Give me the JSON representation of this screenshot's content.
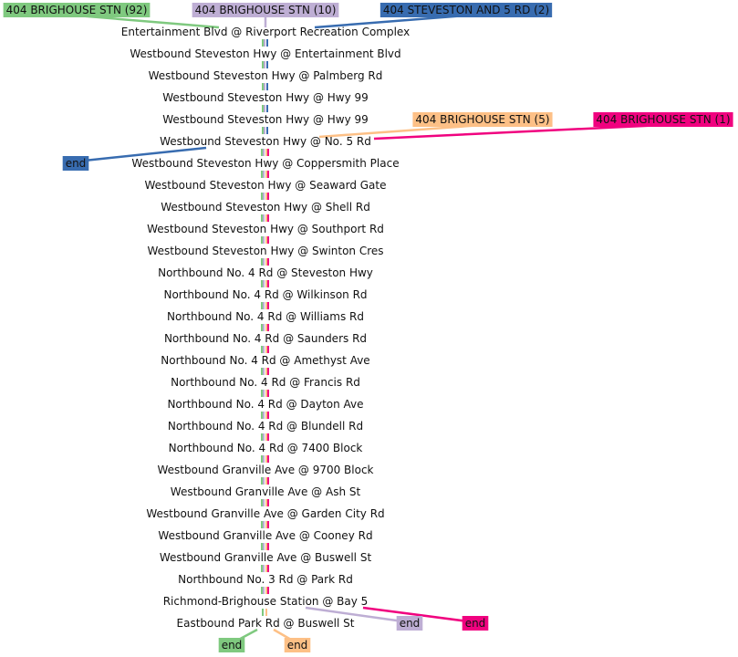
{
  "routes": [
    {
      "label": "404 BRIGHOUSE STN (92)",
      "color": "#7fc97f"
    },
    {
      "label": "404 BRIGHOUSE STN (10)",
      "color": "#beaed4"
    },
    {
      "label": "404 STEVESTON AND 5 RD (2)",
      "color": "#386cb0"
    },
    {
      "label": "404 BRIGHOUSE STN (5)",
      "color": "#fdc086"
    },
    {
      "label": "404 BRIGHOUSE STN (1)",
      "color": "#f0027f"
    }
  ],
  "end_label": "end",
  "stops": [
    "Entertainment Blvd @ Riverport Recreation Complex",
    "Westbound Steveston Hwy @ Entertainment Blvd",
    "Westbound Steveston Hwy @ Palmberg Rd",
    "Westbound Steveston Hwy @ Hwy 99",
    "Westbound Steveston Hwy @ Hwy 99",
    "Westbound Steveston Hwy @ No. 5 Rd",
    "Westbound Steveston Hwy @ Coppersmith Place",
    "Westbound Steveston Hwy @ Seaward Gate",
    "Westbound Steveston Hwy @ Shell Rd",
    "Westbound Steveston Hwy @ Southport Rd",
    "Westbound Steveston Hwy @ Swinton Cres",
    "Northbound No. 4 Rd @ Steveston Hwy",
    "Northbound No. 4 Rd @ Wilkinson Rd",
    "Northbound No. 4 Rd @ Williams Rd",
    "Northbound No. 4 Rd @ Saunders Rd",
    "Northbound No. 4 Rd @ Amethyst Ave",
    "Northbound No. 4 Rd @ Francis Rd",
    "Northbound No. 4 Rd @ Dayton Ave",
    "Northbound No. 4 Rd @ Blundell Rd",
    "Northbound No. 4 Rd @ 7400 Block",
    "Westbound Granville Ave @ 9700 Block",
    "Westbound Granville Ave @ Ash St",
    "Westbound Granville Ave @ Garden City Rd",
    "Westbound Granville Ave @ Cooney Rd",
    "Westbound Granville Ave @ Buswell St",
    "Northbound No. 3 Rd @ Park Rd",
    "Richmond-Brighouse Station @ Bay 5",
    "Eastbound Park Rd @ Buswell St"
  ]
}
